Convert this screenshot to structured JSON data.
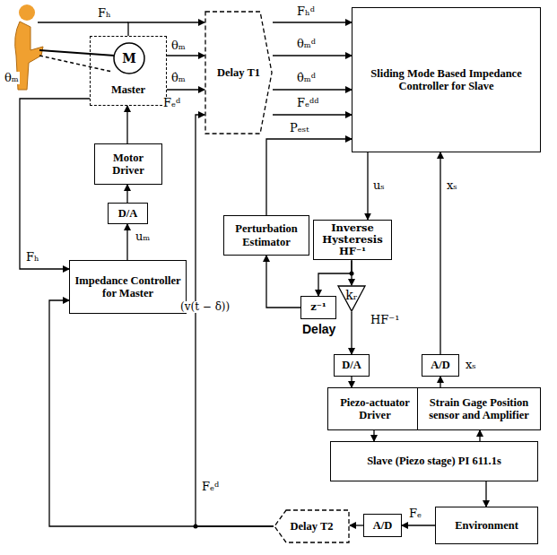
{
  "diagram": {
    "nodes": [
      {
        "text": [
          "Master"
        ]
      },
      {
        "text": [
          "M"
        ],
        "in": 0
      },
      {
        "text": [
          "Delay T1"
        ]
      },
      {
        "text": [
          "Sliding Mode Based Impedance Controller for Slave"
        ]
      },
      {
        "text": [
          "Motor Driver"
        ]
      },
      {
        "text": [
          "D/A"
        ]
      },
      {
        "text": [
          "Impedance Controller for Master"
        ]
      },
      {
        "text": [
          "Perturbation Estimator"
        ]
      },
      {
        "text": [
          "Inverse Hysteresis HF⁻¹"
        ]
      },
      {
        "text": [
          "z⁻¹"
        ]
      },
      {
        "text": [
          "kᵣ"
        ]
      },
      {
        "text": [
          "D/A"
        ]
      },
      {
        "text": [
          "A/D"
        ]
      },
      {
        "text": [
          "Piezo-actuator Driver"
        ]
      },
      {
        "text": [
          "Strain Gage Position sensor and Amplifier"
        ]
      },
      {
        "text": [
          "Slave (Piezo stage) PI 611.1s"
        ]
      },
      {
        "text": [
          "Environment"
        ]
      },
      {
        "text": [
          "A/D"
        ]
      },
      {
        "text": [
          "Delay T2"
        ]
      }
    ],
    "edges": [
      {
        "from": 0,
        "to": 2,
        "arrow": "to"
      },
      {
        "from": 0,
        "to": 2,
        "arrow": "to"
      },
      {
        "from": 0,
        "to": 2,
        "arrow": "to"
      },
      {
        "from": 0,
        "to": 6,
        "arrow": "to"
      },
      {
        "from": 2,
        "to": 3,
        "arrow": "to"
      },
      {
        "from": 2,
        "to": 3,
        "arrow": "to"
      },
      {
        "from": 2,
        "to": 3,
        "arrow": "to"
      },
      {
        "from": 2,
        "to": 3,
        "arrow": "to"
      },
      {
        "from": 18,
        "to": 2,
        "arrow": "to"
      },
      {
        "from": 18,
        "to": 6,
        "arrow": "to"
      },
      {
        "from": 6,
        "to": 5,
        "arrow": "to"
      },
      {
        "from": 5,
        "to": 4,
        "arrow": "to"
      },
      {
        "from": 4,
        "to": 0,
        "arrow": "to"
      },
      {
        "from": 3,
        "to": 8,
        "arrow": "to"
      },
      {
        "from": 8,
        "to": 10,
        "arrow": "to"
      },
      {
        "from": 8,
        "to": 9,
        "arrow": "to"
      },
      {
        "from": 9,
        "to": 7,
        "arrow": "to"
      },
      {
        "from": 7,
        "to": 3,
        "arrow": "to"
      },
      {
        "from": 10,
        "to": 11,
        "arrow": "to"
      },
      {
        "from": 11,
        "to": 13,
        "arrow": "to"
      },
      {
        "from": 12,
        "to": 3,
        "arrow": "to"
      },
      {
        "from": 14,
        "to": 12,
        "arrow": "to"
      },
      {
        "from": 13,
        "to": 15,
        "arrow": "to"
      },
      {
        "from": 15,
        "to": 14,
        "arrow": "to"
      },
      {
        "from": 15,
        "to": 16,
        "arrow": "to"
      },
      {
        "from": 16,
        "to": 17,
        "arrow": "to"
      },
      {
        "from": 17,
        "to": 18,
        "arrow": "to"
      }
    ],
    "labels": [
      "θₘ",
      "Fₕ",
      "θₘ",
      "θ̇ₘ",
      "Fₑᵈ",
      "Fₕᵈ",
      "θₘᵈ",
      "θ̇ₘᵈ",
      "Fₑᵈᵈ",
      "Pₑₛₜ",
      "uₛ",
      "xₛ",
      "(v(t − δ))",
      "Delay",
      "HF⁻¹",
      "xₛ",
      "uₘ",
      "Fₕ",
      "Fₑᵈ",
      "Fₑ"
    ]
  }
}
